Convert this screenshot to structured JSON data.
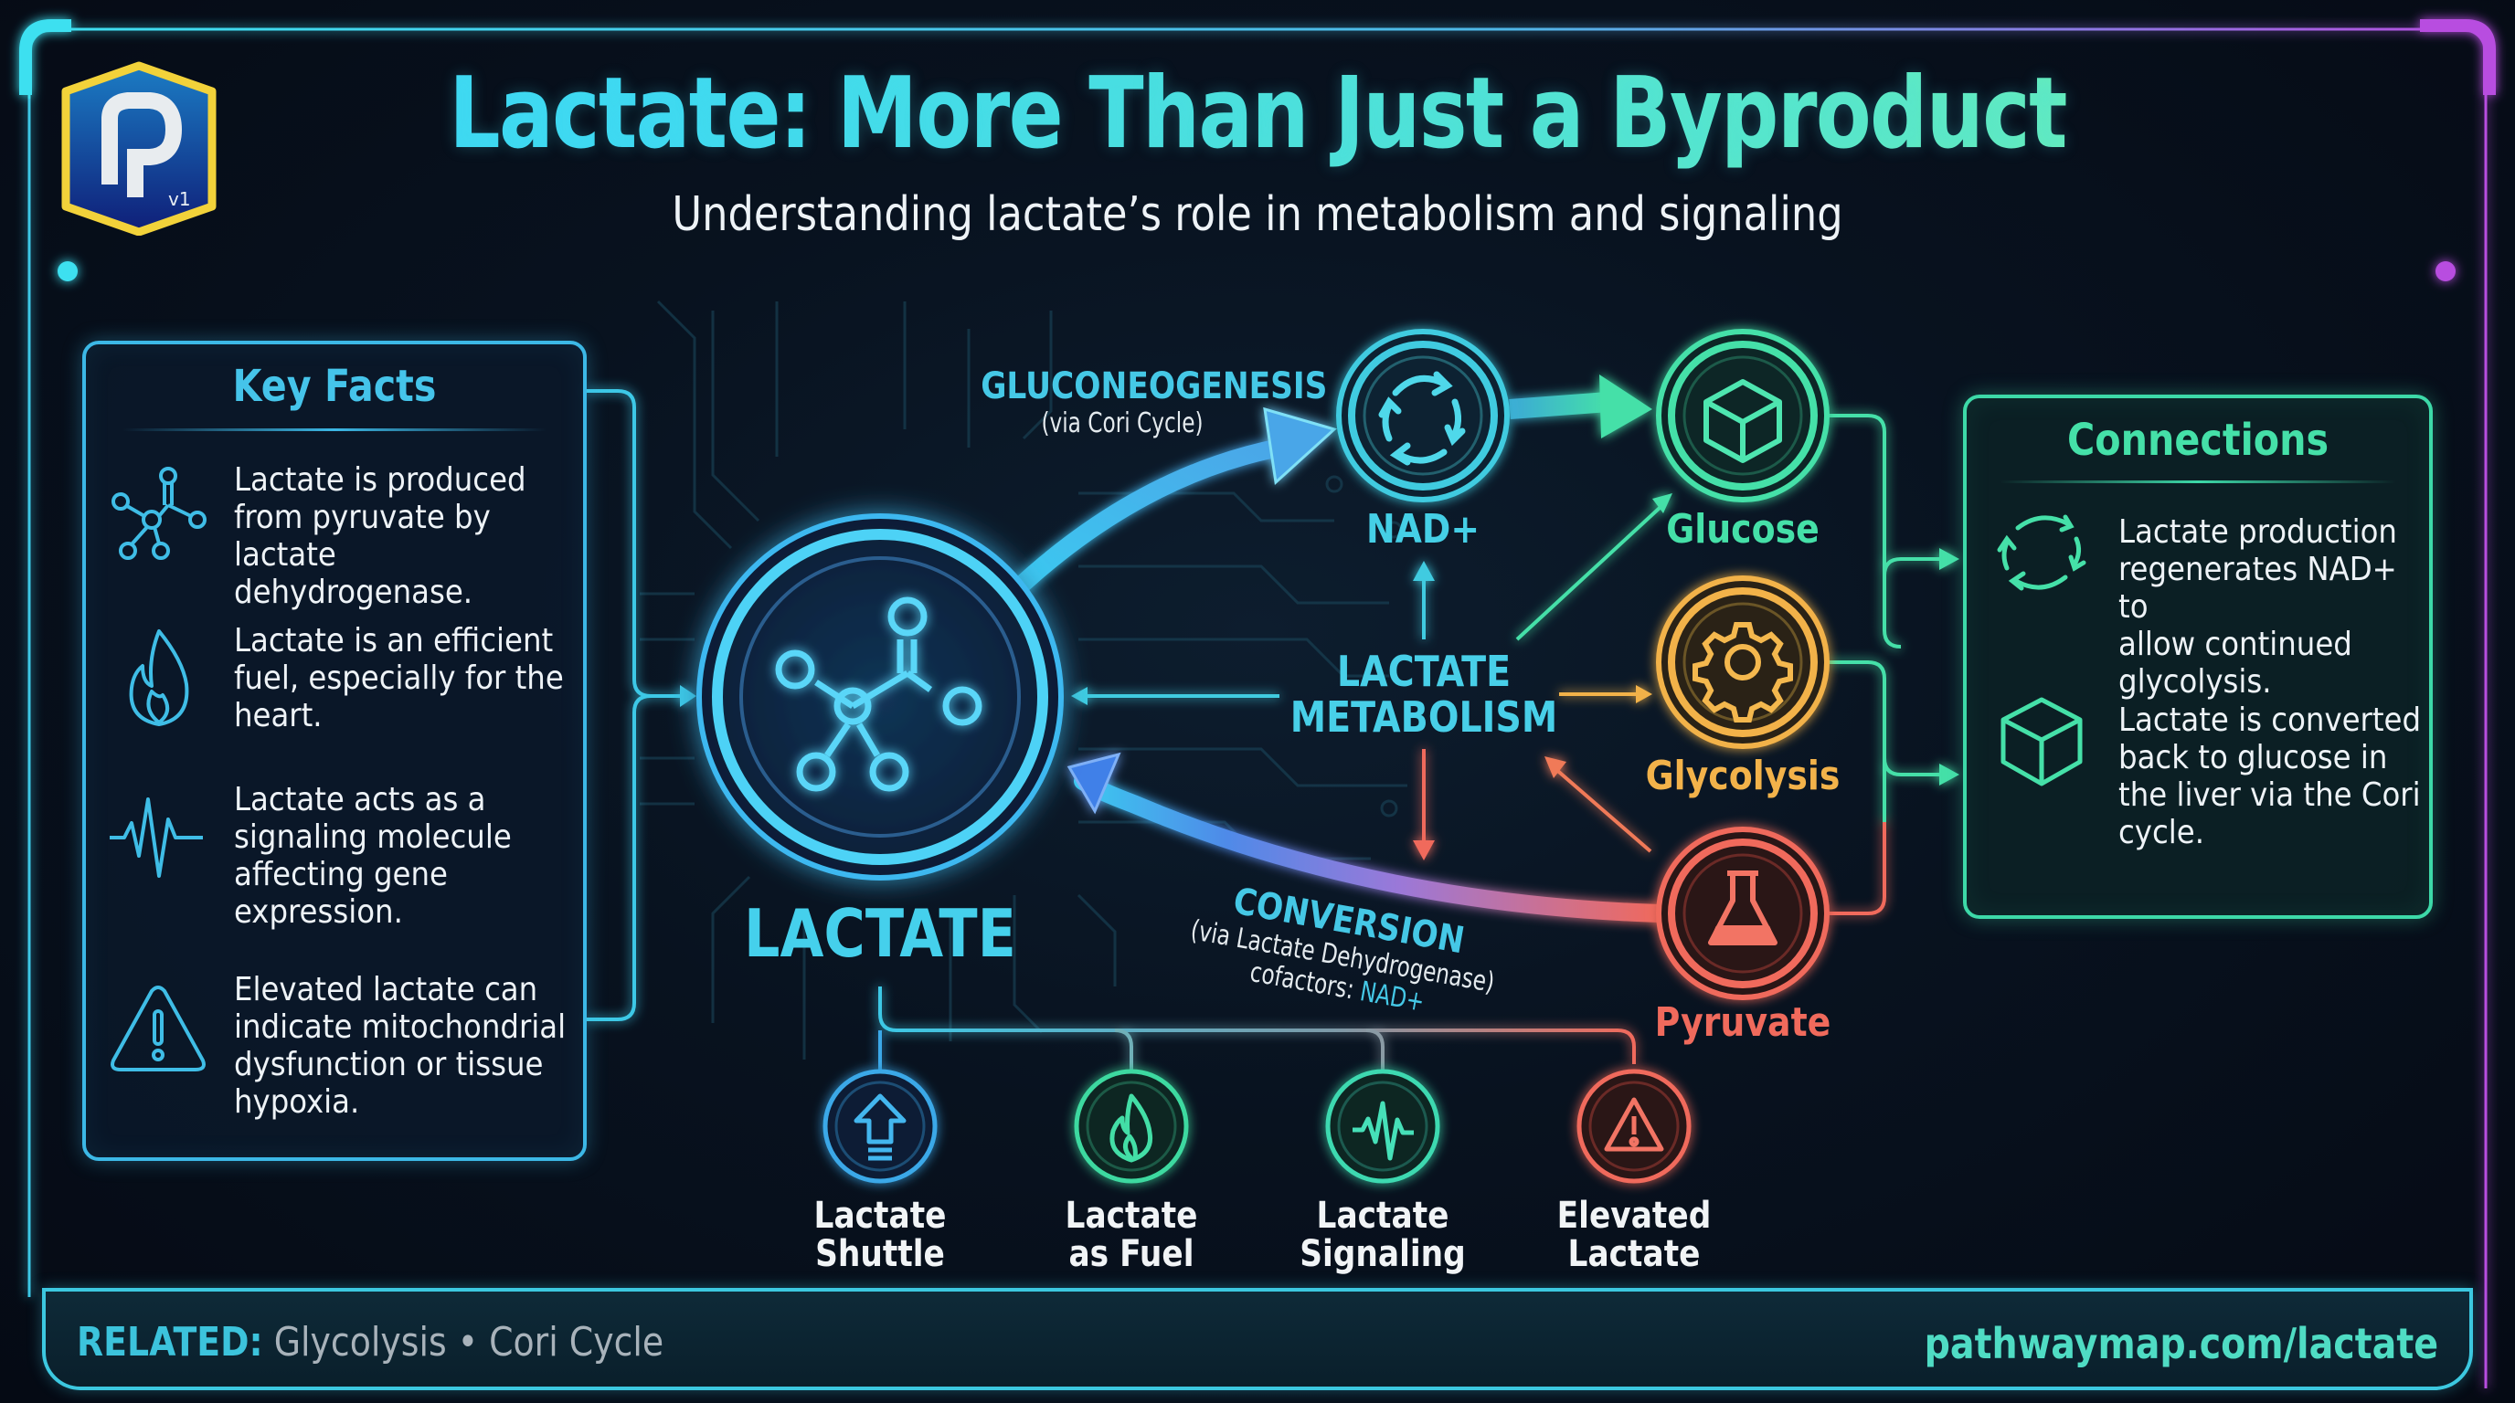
{
  "header": {
    "title": "Lactate: More Than Just a Byproduct",
    "subtitle": "Understanding lactate’s role in metabolism and signaling",
    "logo": {
      "letter": "P",
      "version": "v1",
      "icon": "pathwaymap-logo-icon"
    }
  },
  "key_facts": {
    "title": "Key Facts",
    "items": [
      {
        "icon": "molecule-icon",
        "text": "Lactate is produced\nfrom pyruvate by lactate\ndehydrogenase."
      },
      {
        "icon": "flame-icon",
        "text": "Lactate is an efficient\nfuel, especially for the\nheart."
      },
      {
        "icon": "pulse-icon",
        "text": "Lactate acts as a\nsignaling molecule\naffecting gene\nexpression."
      },
      {
        "icon": "warning-icon",
        "text": "Elevated lactate can\nindicate mitochondrial\ndysfunction or tissue\nhypoxia."
      }
    ]
  },
  "diagram": {
    "center_node": {
      "label": "LACTATE",
      "icon": "molecule-icon"
    },
    "hub_label": {
      "line1": "LACTATE",
      "line2": "METABOLISM"
    },
    "gluconeogenesis": {
      "label": "GLUCONEOGENESIS",
      "sub": "(via Cori Cycle)"
    },
    "conversion": {
      "label": "CONVERSION",
      "sub": "(via Lactate Dehydrogenase)",
      "cofactor_prefix": "cofactors:",
      "cofactor": "NAD+"
    },
    "nodes": [
      {
        "id": "nad",
        "label": "NAD+",
        "icon": "cycle-arrows-icon",
        "color": "#3fcbe0"
      },
      {
        "id": "glucose",
        "label": "Glucose",
        "icon": "cube-icon",
        "color": "#45e0a8"
      },
      {
        "id": "glycolysis",
        "label": "Glycolysis",
        "icon": "gear-icon",
        "color": "#f2b24a"
      },
      {
        "id": "pyruvate",
        "label": "Pyruvate",
        "icon": "flask-icon",
        "color": "#f06a5c"
      }
    ],
    "bottom_nodes": [
      {
        "label": "Lactate\nShuttle",
        "icon": "upload-arrow-icon",
        "color": "#3aa8e8"
      },
      {
        "label": "Lactate\nas Fuel",
        "icon": "flame-icon",
        "color": "#3ed9a0"
      },
      {
        "label": "Lactate\nSignaling",
        "icon": "pulse-icon",
        "color": "#3ed9b0"
      },
      {
        "label": "Elevated\nLactate",
        "icon": "warning-icon",
        "color": "#f06a5c"
      }
    ]
  },
  "connections": {
    "title": "Connections",
    "items": [
      {
        "icon": "cycle-arrows-icon",
        "text": "Lactate production\nregenerates NAD+ to\nallow continued\nglycolysis."
      },
      {
        "icon": "cube-icon",
        "text": "Lactate is converted\nback to glucose in\nthe liver via the Cori\ncycle."
      }
    ]
  },
  "footer": {
    "related_label": "RELATED:",
    "related_items": "Glycolysis • Cori Cycle",
    "url": "pathwaymap.com/lactate"
  },
  "colors": {
    "cyan": "#3cc8e6",
    "teal": "#45e0a8",
    "amber": "#f2b24a",
    "coral": "#f06a5c",
    "purple": "#b84ee0",
    "background": "#070e1a"
  }
}
